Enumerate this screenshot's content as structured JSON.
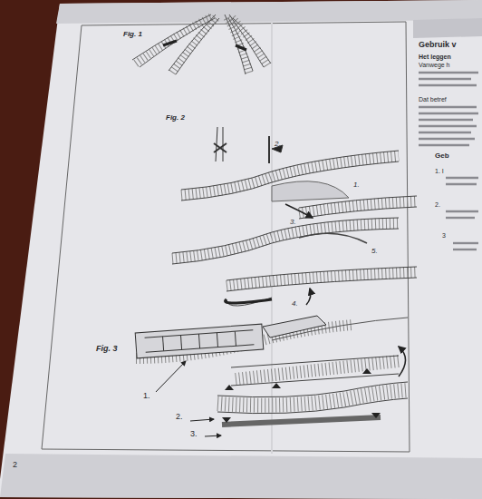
{
  "diagram": {
    "labels": [
      "Fig. 1",
      "Fig. 2",
      "2.",
      "1.",
      "3.",
      "5.",
      "4.",
      "Fig. 3",
      "1.",
      "2.",
      "3.",
      "2",
      "Gebruik v",
      "Het leggen",
      "Vanwege h",
      "Dat betref",
      "Geb",
      "1. I",
      "2.",
      "3"
    ]
  }
}
